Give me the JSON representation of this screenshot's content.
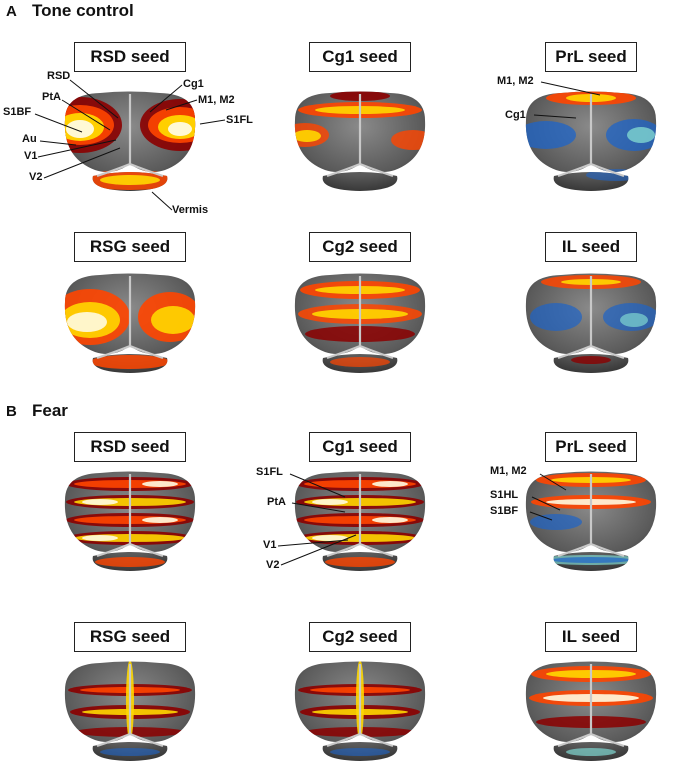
{
  "sections": [
    {
      "letter": "A",
      "title": "Tone control"
    },
    {
      "letter": "B",
      "title": "Fear"
    }
  ],
  "panels": [
    {
      "label": "RSD seed",
      "pattern": "rsd"
    },
    {
      "label": "Cg1 seed",
      "pattern": "cg1"
    },
    {
      "label": "PrL seed",
      "pattern": "prl"
    },
    {
      "label": "RSG seed",
      "pattern": "rsg"
    },
    {
      "label": "Cg2 seed",
      "pattern": "cg2"
    },
    {
      "label": "IL seed",
      "pattern": "il"
    },
    {
      "label": "RSD seed",
      "pattern": "fear"
    },
    {
      "label": "Cg1 seed",
      "pattern": "fear"
    },
    {
      "label": "PrL seed",
      "pattern": "fearprl"
    },
    {
      "label": "RSG seed",
      "pattern": "fearlow"
    },
    {
      "label": "Cg2 seed",
      "pattern": "fearlow"
    },
    {
      "label": "IL seed",
      "pattern": "fearil"
    }
  ],
  "annotations": {
    "a_rsd": [
      "RSD",
      "PtA",
      "S1BF",
      "Au",
      "V1",
      "V2",
      "Cg1",
      "M1, M2",
      "S1FL",
      "Vermis"
    ],
    "a_prl": [
      "M1, M2",
      "Cg1"
    ],
    "b_cg1": [
      "S1FL",
      "PtA",
      "V1",
      "V2"
    ],
    "b_prl": [
      "M1, M2",
      "S1HL",
      "S1BF"
    ]
  },
  "colors": {
    "hot_low": "#8b0000",
    "hot_mid": "#ff4500",
    "hot_high": "#ffd700",
    "hot_peak": "#fffbe0",
    "cool": "#1e64c8",
    "cool_peak": "#7fd6d0",
    "brain": "#5a5a5a"
  }
}
